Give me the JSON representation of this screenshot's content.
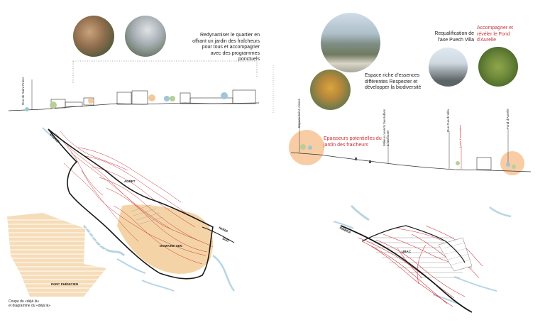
{
  "left_panel": {
    "caption": "Redynamiser le quartier en offrant un jardin des fraîcheurs pour tous et accompagner avec des programmes ponctuels",
    "street_label": "Rue de Saint Priest",
    "map_labels": {
      "adret": "ADRET",
      "center": "DOMAINE SEN",
      "park": "PARC PHÉNICIEN",
      "top": "ECOLE",
      "right_top": "NORD",
      "right_bottom": "SUD"
    },
    "footnote_line1": "Coupe du «déjà là»",
    "footnote_line2": "et diagramme du «déjà là»"
  },
  "right_panel": {
    "caption_biodiv": "Espace riche d'essences différentes Respecter et développer la biodiversité",
    "caption_requal": "Requalification de l'axe Puech Villa",
    "caption_fond": "Accompagner et révéler le Fond d'Aurelle",
    "caption_epaisseur": "Epaisseurs potentielles du jardin des fraicheurs",
    "vlabels": {
      "espace_boise": "Espace boisé classé",
      "milieux": "Milieux ouverts favorables\nà l'avifaune",
      "rue_puech": "Rue Puech Villa",
      "red_small": "Limite d'urbanisation",
      "fond": "Fond d'Aurelle"
    },
    "map_labels": {
      "ubac": "UBAC",
      "left": "OMBRA"
    }
  },
  "colors": {
    "orange_fill": "#f3cf9c",
    "orange_halo": "#f7c89b",
    "red_lines": "#c8333a",
    "dark_line": "#1a1a1a",
    "water": "#b7d5e3"
  }
}
